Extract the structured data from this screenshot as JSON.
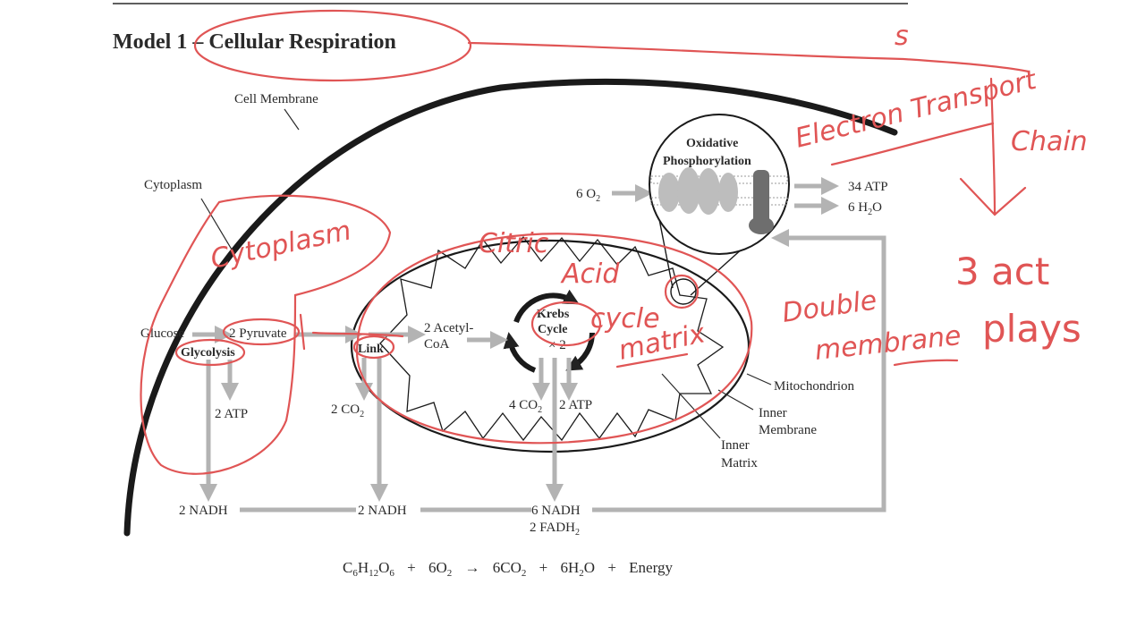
{
  "title": "Model 1 – Cellular Respiration",
  "labels": {
    "cell_membrane": "Cell Membrane",
    "cytoplasm": "Cytoplasm",
    "oxidative": "Oxidative",
    "phosphorylation": "Phosphorylation",
    "six_o2_a": "6 O",
    "six_o2_sub": "2",
    "atp34": "34 ATP",
    "h2o_a": "6 H",
    "h2o_sub": "2",
    "h2o_b": "O",
    "glucose": "Glucose",
    "pyruvate": "2 Pyruvate",
    "glycolysis": "Glycolysis",
    "link": "Link",
    "acetyl_1": "2 Acetyl-",
    "acetyl_2": "CoA",
    "krebs_1": "Krebs",
    "krebs_2": "Cycle",
    "krebs_x2": "× 2",
    "atp2_glyc": "2 ATP",
    "co2_link_a": "2 CO",
    "co2_link_sub": "2",
    "co2_krebs_a": "4 CO",
    "co2_krebs_sub": "2",
    "atp2_krebs": "2 ATP",
    "mitochondrion": "Mitochondrion",
    "inner_membrane_1": "Inner",
    "inner_membrane_2": "Membrane",
    "inner_matrix_1": "Inner",
    "inner_matrix_2": "Matrix",
    "nadh_glyc": "2 NADH",
    "nadh_link": "2 NADH",
    "nadh_krebs": "6 NADH",
    "fadh_a": "2 FADH",
    "fadh_sub": "2"
  },
  "equation": {
    "c": "C",
    "c_sub": "6",
    "h": "H",
    "h_sub": "12",
    "o": "O",
    "o_sub": "6",
    "plus1": "+",
    "o2": "6O",
    "o2_sub": "2",
    "arrow": "→",
    "co2": "6CO",
    "co2_sub": "2",
    "plus2": "+",
    "h2o_a": "6H",
    "h2o_sub": "2",
    "h2o_b": "O",
    "plus3": "+",
    "energy": "Energy"
  },
  "annotations": {
    "cytoplasm_hw": "Cytoplasm",
    "citric": "Citric",
    "acid": "Acid",
    "cycle": "cycle",
    "matrix": "matrix",
    "electron_transport": "Electron Transport",
    "chain": "Chain",
    "double": "Double",
    "membrane_hw": "membrane",
    "three_act": "3 act",
    "plays": "plays",
    "s_mark": "s"
  },
  "colors": {
    "ink": "#2a2a2a",
    "arrow_gray": "#b3b3b3",
    "annotation_red": "#e05555",
    "protein_light": "#bdbdbd",
    "protein_dark": "#6e6e6e"
  }
}
